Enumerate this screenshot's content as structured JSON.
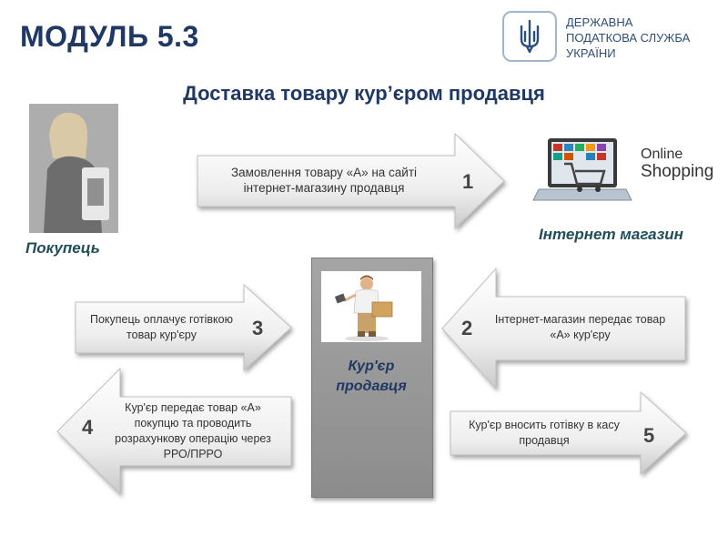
{
  "header": {
    "module_title": "МОДУЛЬ 5.3",
    "org_lines": [
      "ДЕРЖАВНА",
      "ПОДАТКОВА СЛУЖБА",
      "УКРАЇНИ"
    ],
    "logo_icon": "trident-emblem-icon"
  },
  "slide_title": "Доставка товару кур’єром продавця",
  "buyer": {
    "caption": "Покупець",
    "icon": "buyer-photo"
  },
  "shop": {
    "online_line1": "Online",
    "online_line2": "Shopping",
    "caption": "Інтернет магазин",
    "icon": "laptop-shopping-cart-icon"
  },
  "courier": {
    "caption_line1": "Кур'єр",
    "caption_line2": "продавця",
    "icon": "courier-photo"
  },
  "steps": [
    {
      "number": "1",
      "text_line1": "Замовлення товару «А» на сайті",
      "text_line2": "інтернет-магазину продавця"
    },
    {
      "number": "2",
      "text_line1": "Інтернет-магазин передає товар",
      "text_line2": "«А» кур'єру"
    },
    {
      "number": "3",
      "text_line1": "Покупець оплачує готівкою",
      "text_line2": "товар кур'єру"
    },
    {
      "number": "4",
      "text_line1": "Кур'єр передає товар «А»",
      "text_line2": "покупцю та проводить",
      "text_line3": "розрахункову операцію через",
      "text_line4": "РРО/ПРРО"
    },
    {
      "number": "5",
      "text_line1": "Кур'єр вносить готівку в касу",
      "text_line2": "продавця"
    }
  ],
  "colors": {
    "title": "#1f3864",
    "caption": "#1f4e5a",
    "arrow_light": "#f2f2f2",
    "arrow_dark": "#c8c8c8",
    "courier_box": "#999999"
  }
}
